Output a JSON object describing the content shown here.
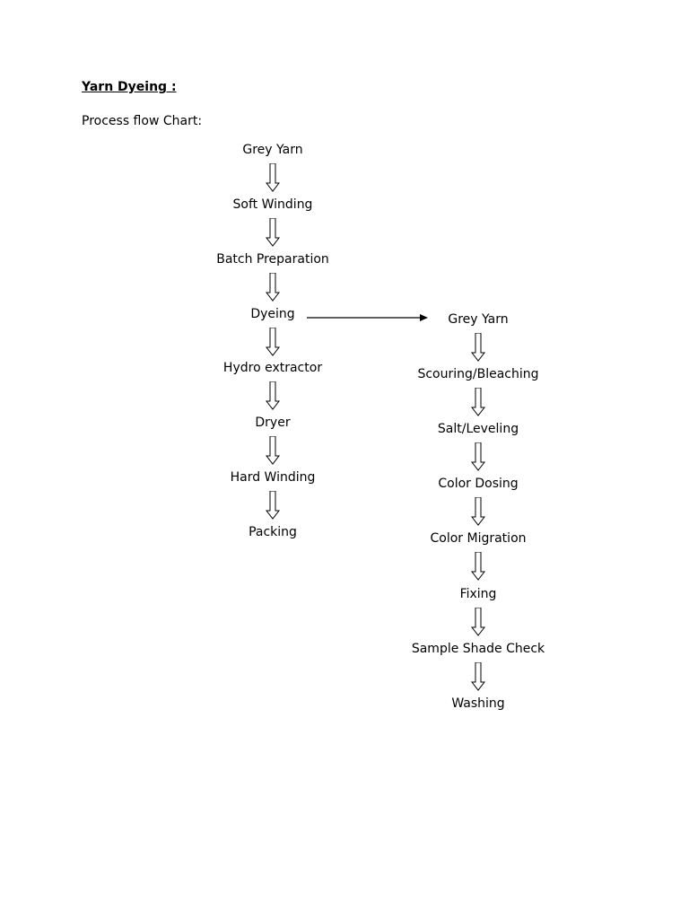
{
  "document": {
    "title": "Yarn Dyeing :",
    "subtitle": "Process flow Chart:"
  },
  "main_flow": {
    "steps": [
      {
        "label": "Grey Yarn"
      },
      {
        "label": "Soft Winding"
      },
      {
        "label": "Batch Preparation"
      },
      {
        "label": "Dyeing"
      },
      {
        "label": "Hydro extractor"
      },
      {
        "label": "Dryer"
      },
      {
        "label": "Hard Winding"
      },
      {
        "label": "Packing"
      }
    ]
  },
  "dyeing_flow": {
    "steps": [
      {
        "label": "Grey Yarn"
      },
      {
        "label": "Scouring/Bleaching"
      },
      {
        "label": "Salt/Leveling"
      },
      {
        "label": "Color Dosing"
      },
      {
        "label": "Color Migration"
      },
      {
        "label": "Fixing"
      },
      {
        "label": "Sample Shade Check"
      },
      {
        "label": "Washing"
      }
    ]
  },
  "icons": {
    "flow_arrow": "hollow-down-arrow-icon",
    "branch_arrow": "right-arrow-icon"
  },
  "colors": {
    "text": "#000000",
    "arrow_stroke": "#000000",
    "background": "#ffffff"
  }
}
